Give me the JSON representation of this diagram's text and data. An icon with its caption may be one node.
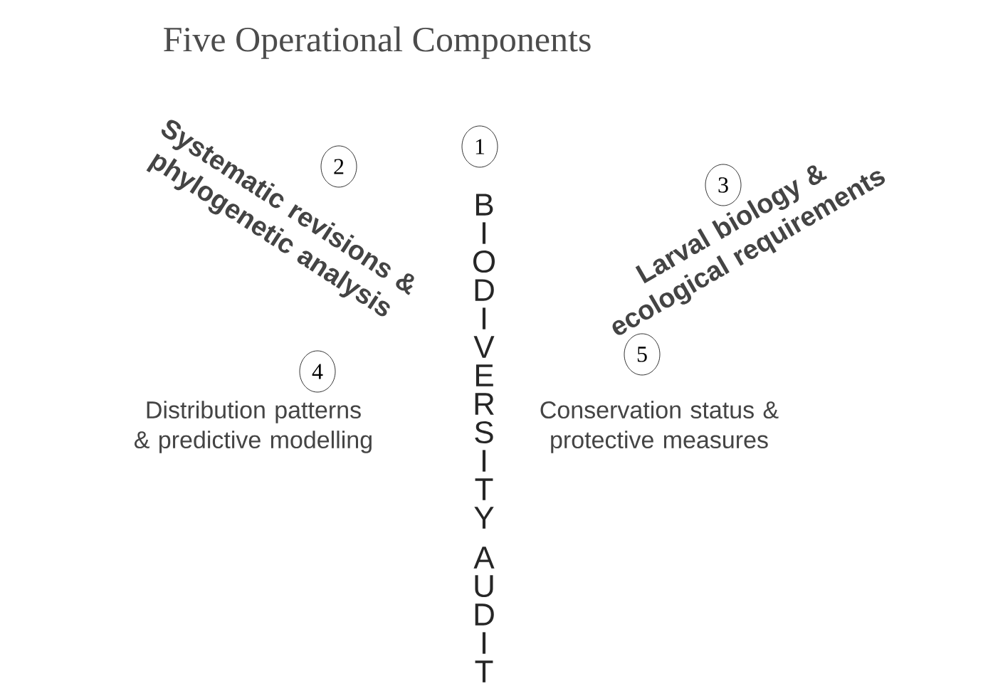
{
  "diagram": {
    "title": "Five Operational Components",
    "nodes": [
      {
        "text": [
          "1"
        ],
        "beside": [
          "BIODIVERSITY AUDIT"
        ]
      },
      {
        "text": [
          "2"
        ],
        "beside": [
          "Systematic revisions & phylogenetic analysis"
        ]
      },
      {
        "text": [
          "3"
        ],
        "beside": [
          "Larval biology & ecological requirements"
        ]
      },
      {
        "text": [
          "4"
        ],
        "beside": [
          "Distribution patterns & predictive modelling"
        ]
      },
      {
        "text": [
          "5"
        ],
        "beside": [
          "Conservation status & protective measures"
        ]
      }
    ]
  }
}
